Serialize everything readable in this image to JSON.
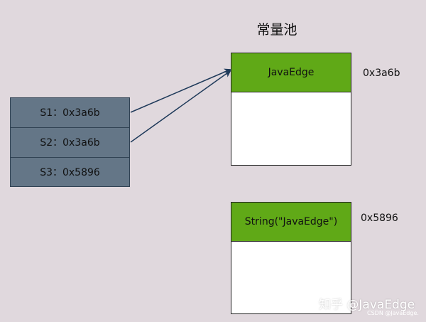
{
  "pool": {
    "title": "常量池"
  },
  "variables": [
    {
      "label": "S1：0x3a6b"
    },
    {
      "label": "S2：0x3a6b"
    },
    {
      "label": "S3：0x5896"
    }
  ],
  "objects": [
    {
      "value": "JavaEdge",
      "address": "0x3a6b"
    },
    {
      "value": "String(\"JavaEdge\")",
      "address": "0x5896"
    }
  ],
  "colors": {
    "background": "#e0d8dd",
    "variable_fill": "#647687",
    "object_header_fill": "#60a917",
    "arrow": "#1f3a5a"
  },
  "watermark": {
    "main": "知乎 @JavaEdge",
    "sub": "CSDN @JavaEdge."
  }
}
